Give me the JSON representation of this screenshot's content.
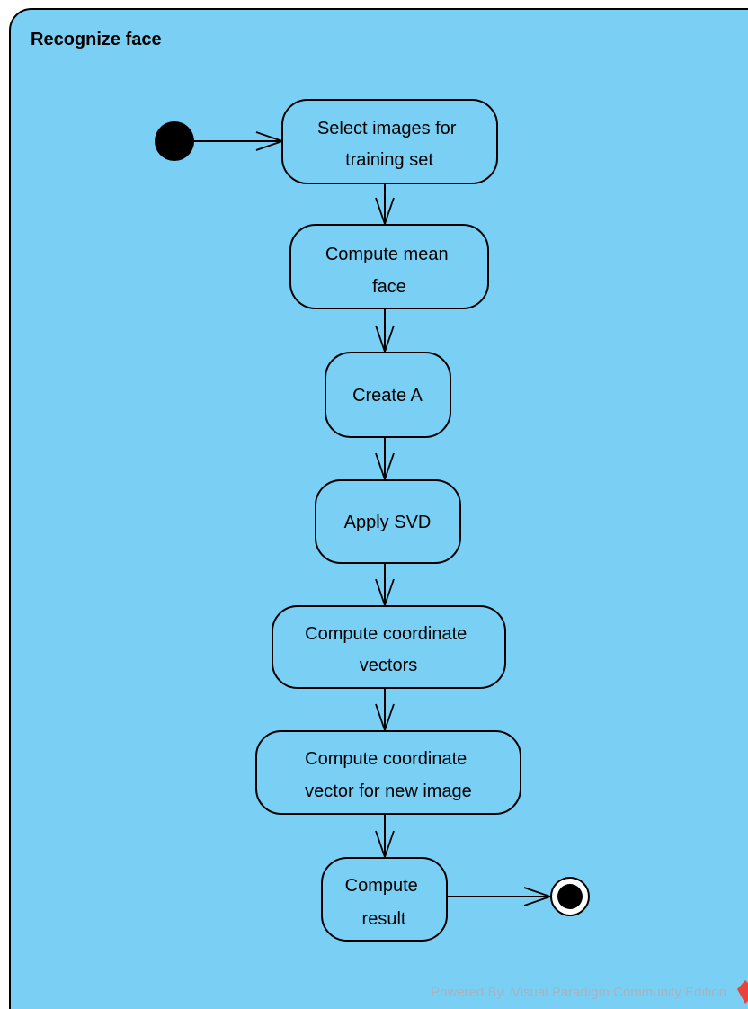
{
  "diagram": {
    "title": "Recognize face",
    "nodes": [
      {
        "id": "select-images",
        "lines": [
          "Select images for",
          "training set"
        ]
      },
      {
        "id": "compute-mean-face",
        "lines": [
          "Compute mean",
          "face"
        ]
      },
      {
        "id": "create-a",
        "lines": [
          "Create A"
        ]
      },
      {
        "id": "apply-svd",
        "lines": [
          "Apply SVD"
        ]
      },
      {
        "id": "compute-coordinate-vectors",
        "lines": [
          "Compute coordinate",
          "vectors"
        ]
      },
      {
        "id": "compute-coordinate-vector-new-image",
        "lines": [
          "Compute coordinate",
          "vector for new image"
        ]
      },
      {
        "id": "compute-result",
        "lines": [
          "Compute",
          "result"
        ]
      }
    ],
    "edges": [
      [
        "initial",
        "select-images"
      ],
      [
        "select-images",
        "compute-mean-face"
      ],
      [
        "compute-mean-face",
        "create-a"
      ],
      [
        "create-a",
        "apply-svd"
      ],
      [
        "apply-svd",
        "compute-coordinate-vectors"
      ],
      [
        "compute-coordinate-vectors",
        "compute-coordinate-vector-new-image"
      ],
      [
        "compute-coordinate-vector-new-image",
        "compute-result"
      ],
      [
        "compute-result",
        "final"
      ]
    ]
  },
  "watermark": {
    "text": "Powered By⎕Visual Paradigm Community Edition"
  },
  "colors": {
    "background": "#7acff4",
    "stroke": "#000000",
    "watermark_text": "#a9b2bd",
    "watermark_logo": "#e8433b"
  }
}
